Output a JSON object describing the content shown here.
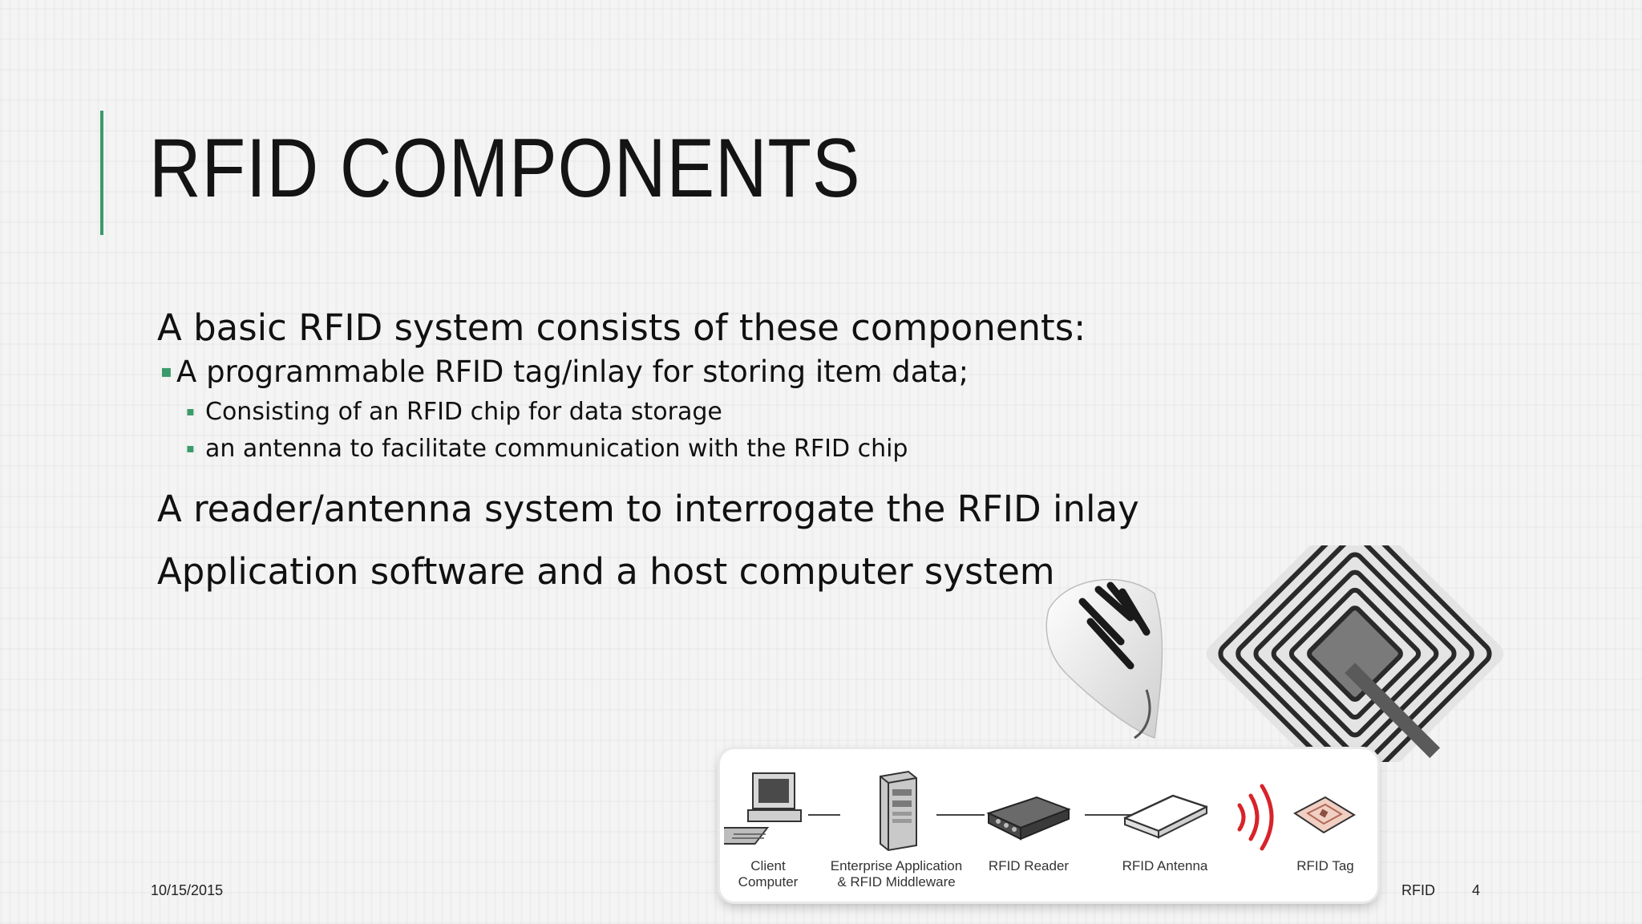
{
  "slide": {
    "title": "RFID COMPONENTS",
    "accent_color": "#3c9a6a",
    "lines": [
      "A basic RFID system consists of these components:",
      "A programmable RFID tag/inlay for storing item data;",
      "Consisting of an RFID chip for data storage",
      "an antenna to facilitate communication with the RFID chip",
      "A reader/antenna system to interrogate the RFID inlay",
      "Application software and a host computer system"
    ],
    "bullet_glyph": "▪"
  },
  "diagram": {
    "nodes": [
      {
        "label": "Client\nComputer",
        "icon": "computer-icon"
      },
      {
        "label": "Enterprise Application\n& RFID Middleware",
        "icon": "server-icon"
      },
      {
        "label": "RFID Reader",
        "icon": "reader-icon"
      },
      {
        "label": "RFID Antenna",
        "icon": "antenna-icon"
      },
      {
        "label": "RFID Tag",
        "icon": "tag-icon"
      }
    ],
    "signal_color": "#d8232a"
  },
  "footer": {
    "date": "10/15/2015",
    "topic": "RFID",
    "page": "4"
  }
}
